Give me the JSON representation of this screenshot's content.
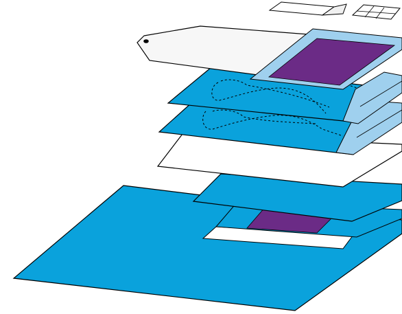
{
  "diagram": {
    "kind": "exploded-layer-illustration",
    "labels": [],
    "colors": {
      "drape_blue": "#0aa2dc",
      "pouch_light_blue": "#9fd0ee",
      "purple_panel": "#6b2b86",
      "sheet_white": "#ffffff",
      "label_white": "#f7f7f7",
      "outline": "#000000"
    },
    "layers": [
      {
        "id": "small-packages",
        "color": "label_white"
      },
      {
        "id": "tab-sheet-with-purple-window",
        "color": "purple_panel"
      },
      {
        "id": "blue-sheet-upper-with-dashed-pattern",
        "color": "drape_blue"
      },
      {
        "id": "blue-sheet-lower-with-dashed-pattern",
        "color": "drape_blue"
      },
      {
        "id": "white-sheet",
        "color": "sheet_white"
      },
      {
        "id": "medium-blue-sheet",
        "color": "drape_blue"
      },
      {
        "id": "large-base-drape-with-purple-window",
        "color": "drape_blue"
      }
    ]
  }
}
